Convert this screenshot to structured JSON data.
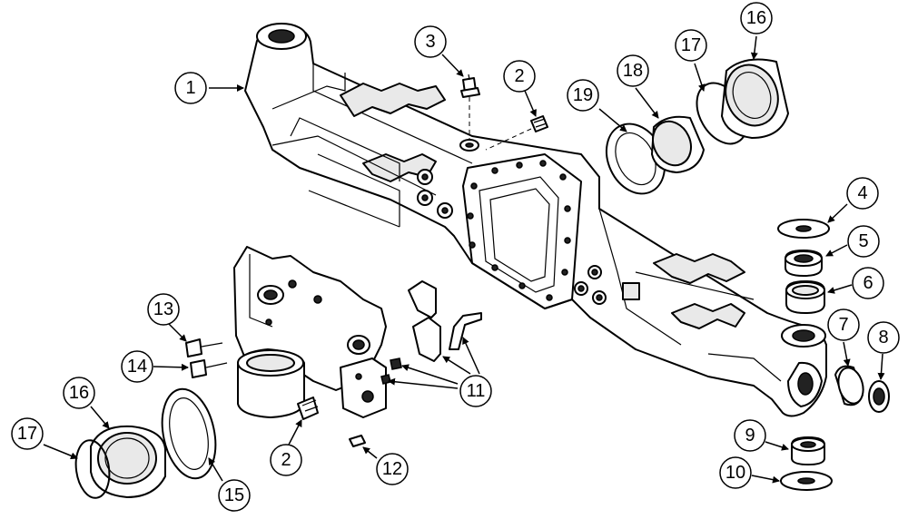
{
  "callouts": [
    {
      "id": "c1",
      "label": "1"
    },
    {
      "id": "c2a",
      "label": "2"
    },
    {
      "id": "c2b",
      "label": "2"
    },
    {
      "id": "c3",
      "label": "3"
    },
    {
      "id": "c4",
      "label": "4"
    },
    {
      "id": "c5",
      "label": "5"
    },
    {
      "id": "c6",
      "label": "6"
    },
    {
      "id": "c7",
      "label": "7"
    },
    {
      "id": "c8",
      "label": "8"
    },
    {
      "id": "c9",
      "label": "9"
    },
    {
      "id": "c10",
      "label": "10"
    },
    {
      "id": "c11",
      "label": "11"
    },
    {
      "id": "c12",
      "label": "12"
    },
    {
      "id": "c13",
      "label": "13"
    },
    {
      "id": "c14",
      "label": "14"
    },
    {
      "id": "c15",
      "label": "15"
    },
    {
      "id": "c16a",
      "label": "16"
    },
    {
      "id": "c16b",
      "label": "16"
    },
    {
      "id": "c17a",
      "label": "17"
    },
    {
      "id": "c17b",
      "label": "17"
    },
    {
      "id": "c18",
      "label": "18"
    },
    {
      "id": "c19",
      "label": "19"
    }
  ]
}
